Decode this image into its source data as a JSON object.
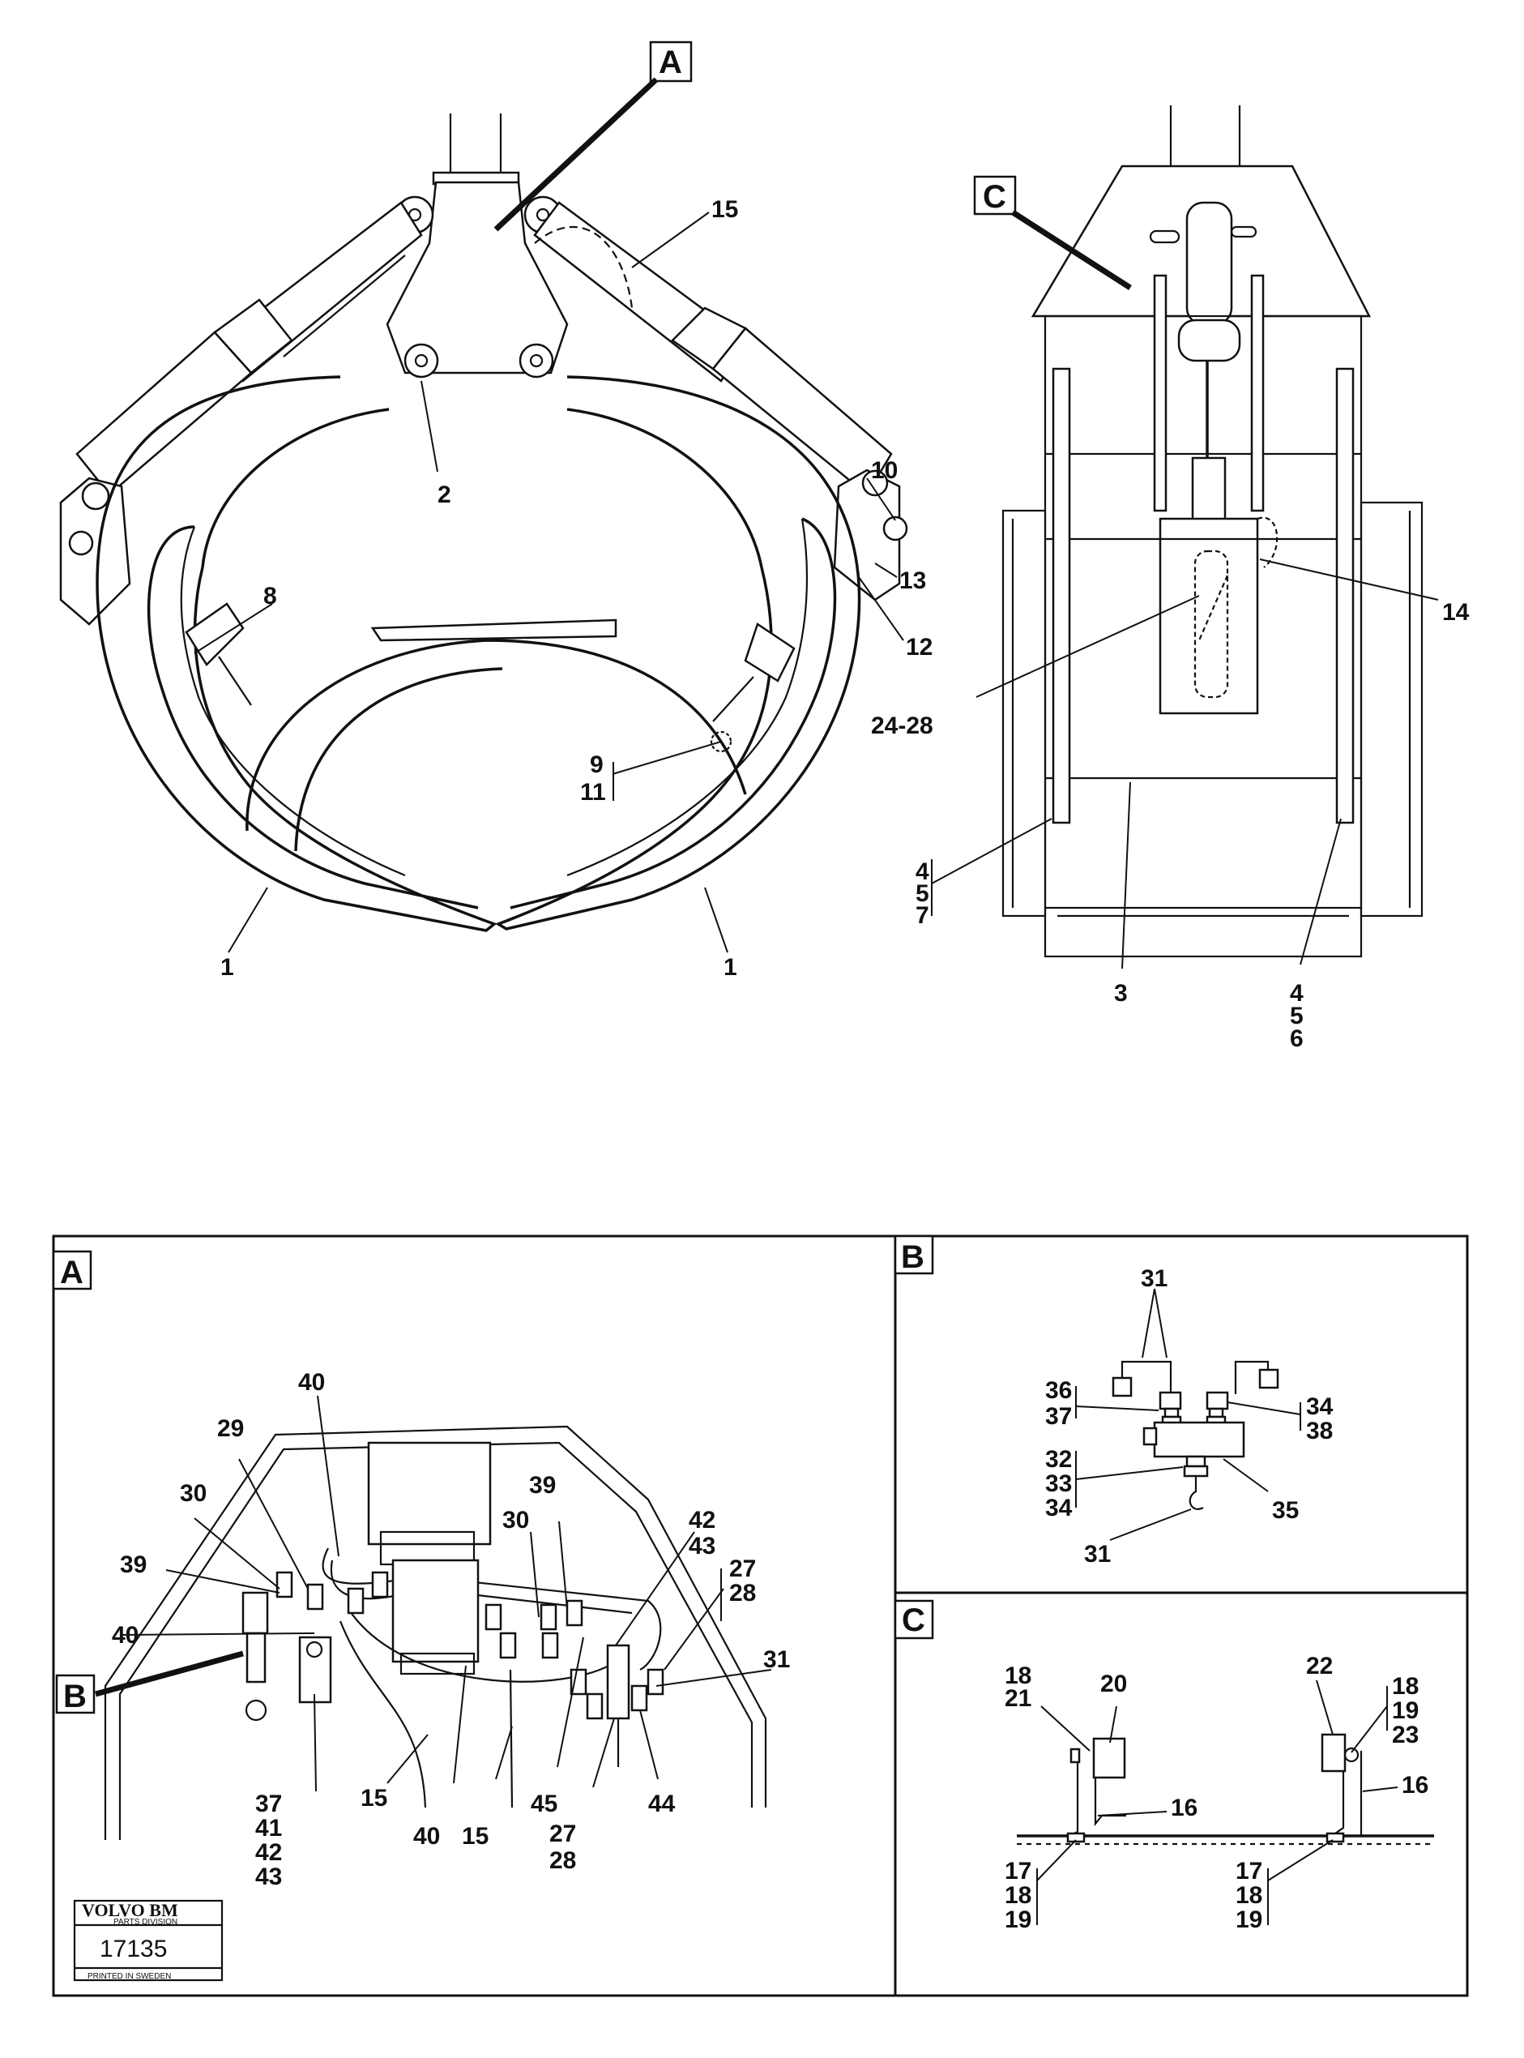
{
  "callouts": {
    "A": "A",
    "B": "B",
    "C": "C"
  },
  "top_left_labels": {
    "l15": "15",
    "l2": "2",
    "l10": "10",
    "l8": "8",
    "l13": "13",
    "l12": "12",
    "l9": "9",
    "l11": "11",
    "l1a": "1",
    "l1b": "1"
  },
  "top_right_labels": {
    "l14": "14",
    "l2428": "24-28",
    "l4a": "4",
    "l5a": "5",
    "l7a": "7",
    "l3": "3",
    "l4b": "4",
    "l5b": "5",
    "l6b": "6"
  },
  "panel_a": {
    "title": "A",
    "l40a": "40",
    "l29": "29",
    "l30a": "30",
    "l39a": "39",
    "l30b": "30",
    "l39b": "39",
    "l42a": "42",
    "l43a": "43",
    "l27a": "27",
    "l28a": "28",
    "l40b": "40",
    "l31": "31",
    "l37": "37",
    "l41": "41",
    "l42b": "42",
    "l43b": "43",
    "l15a": "15",
    "l40c": "40",
    "l15b": "15",
    "l45": "45",
    "l27b": "27",
    "l28b": "28",
    "l44": "44",
    "pointer_b": "B"
  },
  "panel_b": {
    "title": "B",
    "l31a": "31",
    "l36": "36",
    "l37": "37",
    "l34a": "34",
    "l38": "38",
    "l32": "32",
    "l33": "33",
    "l34b": "34",
    "l35": "35",
    "l31b": "31"
  },
  "panel_c": {
    "title": "C",
    "l18a": "18",
    "l21": "21",
    "l20": "20",
    "l22": "22",
    "l18b": "18",
    "l19b": "19",
    "l23": "23",
    "l16a": "16",
    "l16b": "16",
    "l17a": "17",
    "l18c": "18",
    "l19c": "19",
    "l17b": "17",
    "l18d": "18",
    "l19d": "19"
  },
  "stamp": {
    "brand": "VOLVO BM",
    "division": "PARTS DIVISION",
    "number": "17135",
    "printed": "PRINTED IN SWEDEN"
  }
}
